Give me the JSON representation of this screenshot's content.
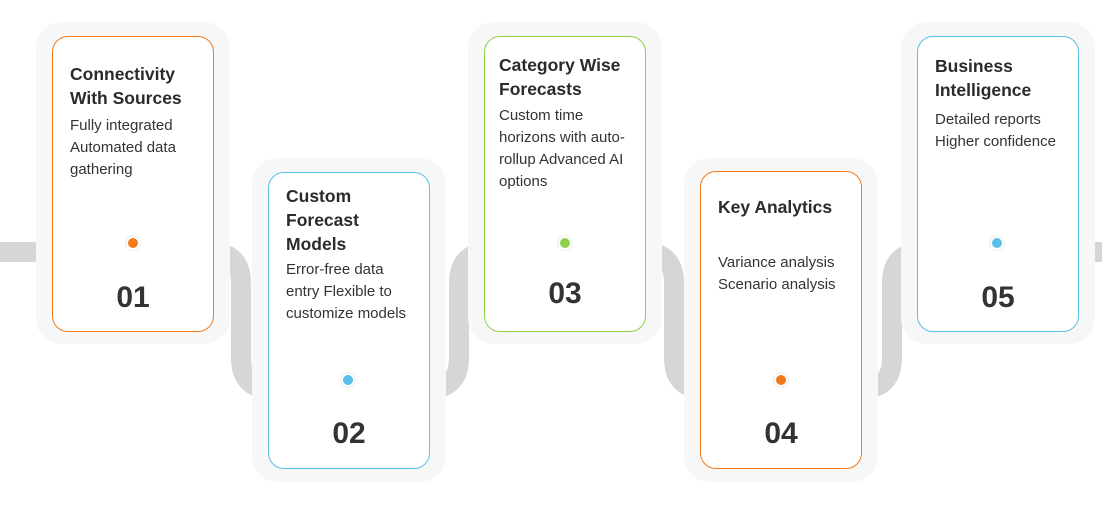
{
  "colors": {
    "orange": "#f27a1a",
    "blue": "#5bbfe8",
    "green": "#8fcf4a",
    "path": "#d6d6d6",
    "text": "#333333"
  },
  "steps": [
    {
      "number": "01",
      "title": "Connectivity With Sources",
      "description": "Fully integrated Automated data gathering",
      "accent": "orange"
    },
    {
      "number": "02",
      "title": "Custom Forecast Models",
      "description": "Error-free data entry Flexible to customize models",
      "accent": "blue"
    },
    {
      "number": "03",
      "title": "Category Wise Forecasts",
      "description": "Custom time horizons with auto-rollup Advanced AI options",
      "accent": "green"
    },
    {
      "number": "04",
      "title": "Key Analytics",
      "description": "Variance analysis Scenario analysis",
      "accent": "orange"
    },
    {
      "number": "05",
      "title": "Business Intelligence",
      "description": "Detailed reports Higher confidence",
      "accent": "blue"
    }
  ]
}
